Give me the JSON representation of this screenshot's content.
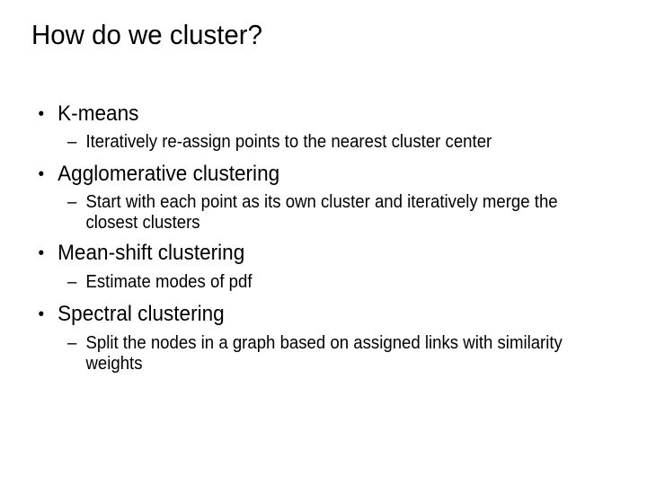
{
  "slide": {
    "title": "How do we cluster?",
    "background_color": "#ffffff",
    "text_color": "#000000",
    "level1_marker": "•",
    "level2_marker": "–",
    "bullets": [
      {
        "label": "K-means",
        "sub": "Iteratively re-assign points to the nearest cluster center"
      },
      {
        "label": "Agglomerative clustering",
        "sub": "Start with each point as its own cluster and iteratively merge the closest clusters"
      },
      {
        "label": "Mean-shift clustering",
        "sub": "Estimate modes of pdf"
      },
      {
        "label": "Spectral clustering",
        "sub": "Split the nodes in a graph based on assigned links with similarity weights"
      }
    ]
  }
}
